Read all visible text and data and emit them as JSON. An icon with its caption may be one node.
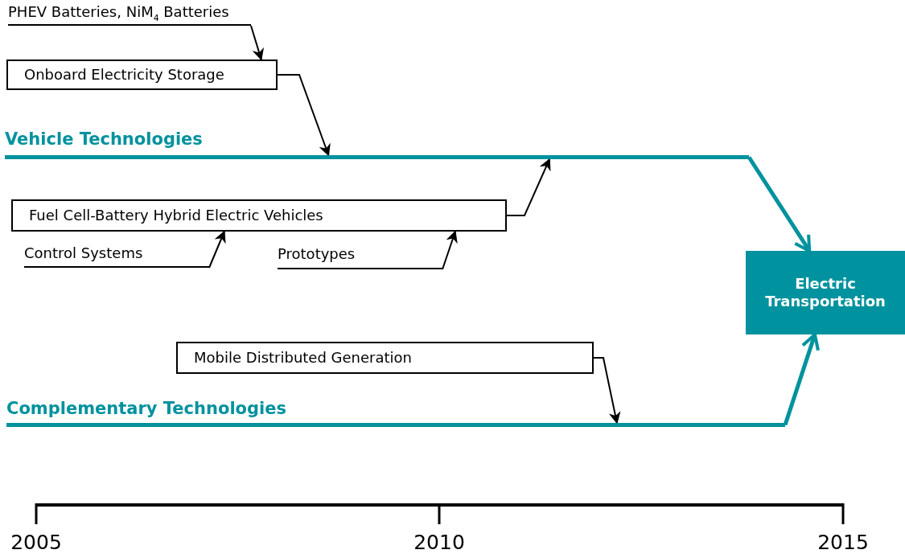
{
  "diagram": {
    "nodes": [
      {
        "text": [
          "PHEV Batteries, NiM$_{4}$ Batteries"
        ]
      },
      {
        "text": [
          "Onboard Electricity Storage"
        ]
      },
      {
        "text": [
          "Vehicle Technologies"
        ]
      },
      {
        "text": [
          "Fuel Cell-Battery Hybrid Electric Vehicles"
        ]
      },
      {
        "text": [
          "Control Systems"
        ]
      },
      {
        "text": [
          "Prototypes"
        ]
      },
      {
        "text": [
          "Electric Transportation"
        ]
      },
      {
        "text": [
          "Mobile Distributed Generation"
        ]
      },
      {
        "text": [
          "Complementary Technologies"
        ]
      }
    ],
    "edges": [
      {
        "from": 0,
        "to": 1,
        "arrow": "to"
      },
      {
        "from": 1,
        "to": 2,
        "arrow": "to"
      },
      {
        "from": 3,
        "to": 2,
        "arrow": "to"
      },
      {
        "from": 4,
        "to": 3,
        "arrow": "to"
      },
      {
        "from": 5,
        "to": 3,
        "arrow": "to"
      },
      {
        "from": 2,
        "to": 6,
        "arrow": "to",
        "style": "thick",
        "color": "#00929e"
      },
      {
        "from": 7,
        "to": 8,
        "arrow": "to"
      },
      {
        "from": 8,
        "to": 6,
        "arrow": "to",
        "style": "thick",
        "color": "#00929e"
      }
    ],
    "labels": [
      "2005",
      "2010",
      "2015"
    ]
  }
}
